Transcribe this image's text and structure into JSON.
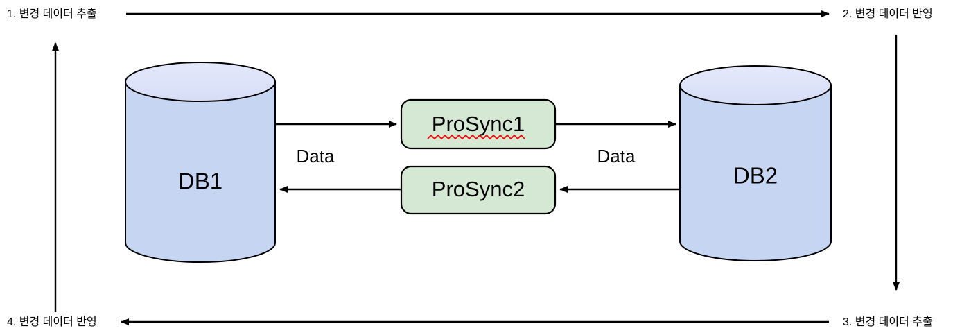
{
  "diagram": {
    "title": "Bi-directional database synchronization flow",
    "colors": {
      "cylinder_body": "#c6d5f2",
      "cylinder_top": "#dfe5f9",
      "cylinder_stroke": "#000000",
      "process_fill": "#d5e8d4",
      "process_stroke": "#000000",
      "arrow": "#000000",
      "spellcheck_underline": "#ff0000"
    },
    "outer_steps": [
      {
        "id": "step-1",
        "label": "1. 변경 데이터 추출",
        "position": "top-left"
      },
      {
        "id": "step-2",
        "label": "2. 변경 데이터 반영",
        "position": "top-right"
      },
      {
        "id": "step-3",
        "label": "3. 변경 데이터 추출",
        "position": "bottom-right"
      },
      {
        "id": "step-4",
        "label": "4. 변경 데이터 반영",
        "position": "bottom-left"
      }
    ],
    "databases": [
      {
        "id": "db1",
        "label": "DB1"
      },
      {
        "id": "db2",
        "label": "DB2"
      }
    ],
    "processes": [
      {
        "id": "prosync1",
        "label": "ProSync1",
        "spellcheck_flagged": true
      },
      {
        "id": "prosync2",
        "label": "ProSync2",
        "spellcheck_flagged": false
      }
    ],
    "edge_labels": [
      {
        "id": "data-left",
        "label": "Data"
      },
      {
        "id": "data-right",
        "label": "Data"
      }
    ]
  }
}
